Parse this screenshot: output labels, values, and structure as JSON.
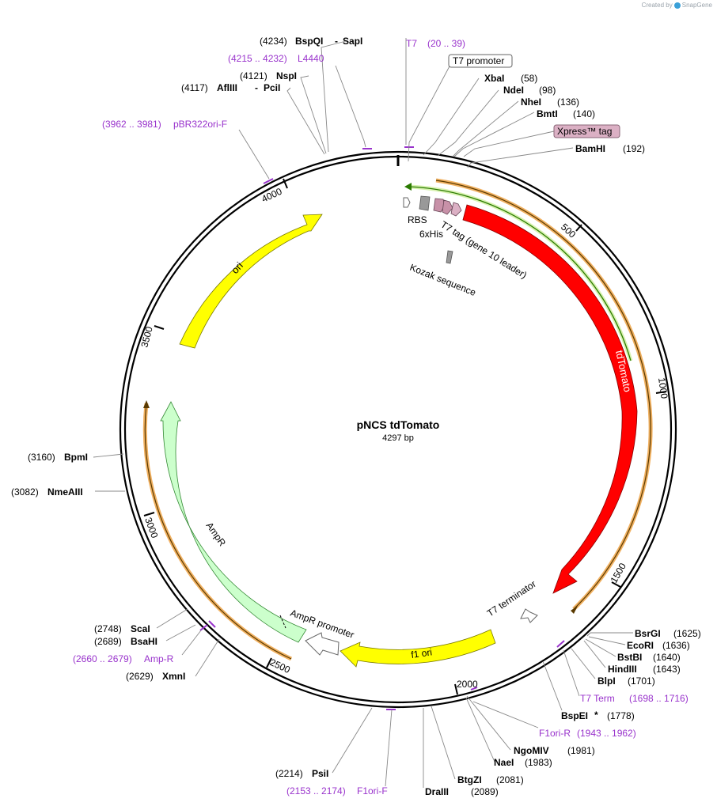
{
  "brand": {
    "created_by": "Created by",
    "product": "SnapGene"
  },
  "map": {
    "name": "pNCS tdTomato",
    "length": "4297 bp",
    "ticks": [
      "500",
      "1000",
      "1500",
      "2000",
      "2500",
      "3000",
      "3500",
      "4000"
    ]
  },
  "features": [
    {
      "id": "tdTomato",
      "label": "tdTomato",
      "color": "#ff0000"
    },
    {
      "id": "ori",
      "label": "ori",
      "color": "#ffff00"
    },
    {
      "id": "ampr",
      "label": "AmpR",
      "color": "#ccffcc"
    },
    {
      "id": "ampr-promoter",
      "label": "AmpR promoter",
      "color": "#ffffff"
    },
    {
      "id": "f1ori",
      "label": "f1 ori",
      "color": "#ffff00"
    },
    {
      "id": "t7-terminator",
      "label": "T7 terminator",
      "color": "#ffffff"
    },
    {
      "id": "rbs",
      "label": "RBS",
      "color": "#ffffff"
    },
    {
      "id": "6xhis",
      "label": "6xHis",
      "color": "#999999"
    },
    {
      "id": "t7tag",
      "label": "T7 tag (gene 10 leader)",
      "color": "#c891a8"
    },
    {
      "id": "kozak",
      "label": "Kozak sequence",
      "color": "#999999"
    },
    {
      "id": "xpress",
      "label": "Xpress™ tag",
      "color": "#dbb0c4"
    },
    {
      "id": "t7promoter",
      "label": "T7 promoter",
      "color": "#ffffff"
    }
  ],
  "enzymes": [
    {
      "name": "BspQI",
      "pos": "(4234)",
      "extra": "SapI"
    },
    {
      "name": "NspI",
      "pos": "(4121)"
    },
    {
      "name": "AflIII",
      "pos": "(4117)",
      "extra": "PciI"
    },
    {
      "name": "XbaI",
      "pos": "(58)"
    },
    {
      "name": "NdeI",
      "pos": "(98)"
    },
    {
      "name": "NheI",
      "pos": "(136)"
    },
    {
      "name": "BmtI",
      "pos": "(140)"
    },
    {
      "name": "BamHI",
      "pos": "(192)"
    },
    {
      "name": "BpmI",
      "pos": "(3160)"
    },
    {
      "name": "NmeAIII",
      "pos": "(3082)"
    },
    {
      "name": "ScaI",
      "pos": "(2748)"
    },
    {
      "name": "BsaHI",
      "pos": "(2689)"
    },
    {
      "name": "XmnI",
      "pos": "(2629)"
    },
    {
      "name": "BsrGI",
      "pos": "(1625)"
    },
    {
      "name": "EcoRI",
      "pos": "(1636)"
    },
    {
      "name": "BstBI",
      "pos": "(1640)"
    },
    {
      "name": "HindIII",
      "pos": "(1643)"
    },
    {
      "name": "BlpI",
      "pos": "(1701)"
    },
    {
      "name": "BspEI",
      "pos": "(1778)",
      "star": "*"
    },
    {
      "name": "NgoMIV",
      "pos": "(1981)"
    },
    {
      "name": "NaeI",
      "pos": "(1983)"
    },
    {
      "name": "BtgZI",
      "pos": "(2081)"
    },
    {
      "name": "DraIII",
      "pos": "(2089)"
    },
    {
      "name": "PsiI",
      "pos": "(2214)"
    }
  ],
  "primers": [
    {
      "name": "T7",
      "range": "(20 .. 39)"
    },
    {
      "name": "L4440",
      "range": "(4215 .. 4232)"
    },
    {
      "name": "pBR322ori-F",
      "range": "(3962 .. 3981)"
    },
    {
      "name": "Amp-R",
      "range": "(2660 .. 2679)"
    },
    {
      "name": "T7 Term",
      "range": "(1698 .. 1716)"
    },
    {
      "name": "F1ori-R",
      "range": "(1943 .. 1962)"
    },
    {
      "name": "F1ori-F",
      "range": "(2153 .. 2174)"
    }
  ]
}
